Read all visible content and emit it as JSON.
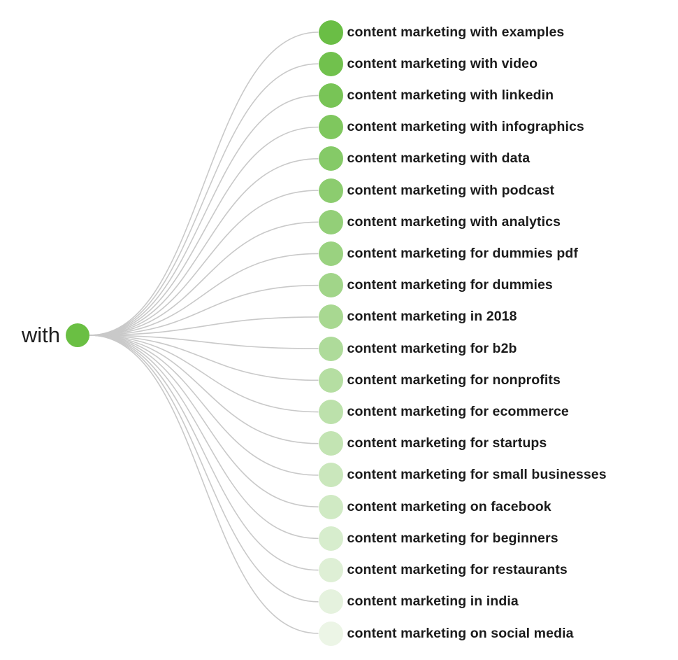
{
  "root": {
    "label": "with",
    "color": "#6abf43"
  },
  "items": [
    {
      "label": "content marketing with examples",
      "color": "#6ABE45"
    },
    {
      "label": "content marketing with video",
      "color": "#71C14D"
    },
    {
      "label": "content marketing with linkedin",
      "color": "#78C456"
    },
    {
      "label": "content marketing with infographics",
      "color": "#7FC75E"
    },
    {
      "label": "content marketing with data",
      "color": "#85CA67"
    },
    {
      "label": "content marketing with podcast",
      "color": "#8CCC6F"
    },
    {
      "label": "content marketing with analytics",
      "color": "#93CF78"
    },
    {
      "label": "content marketing for dummies pdf",
      "color": "#9AD280"
    },
    {
      "label": "content marketing for dummies",
      "color": "#A1D589"
    },
    {
      "label": "content marketing in 2018",
      "color": "#A8D891"
    },
    {
      "label": "content marketing for b2b",
      "color": "#AEDB9A"
    },
    {
      "label": "content marketing for nonprofits",
      "color": "#B5DEA2"
    },
    {
      "label": "content marketing for ecommerce",
      "color": "#BCE1AB"
    },
    {
      "label": "content marketing for startups",
      "color": "#C3E4B3"
    },
    {
      "label": "content marketing for small businesses",
      "color": "#CAE7BC"
    },
    {
      "label": "content marketing on facebook",
      "color": "#D0EAC4"
    },
    {
      "label": "content marketing for beginners",
      "color": "#D7EDCD"
    },
    {
      "label": "content marketing for restaurants",
      "color": "#DEEFD5"
    },
    {
      "label": "content marketing in india",
      "color": "#E5F2DE"
    },
    {
      "label": "content marketing on social media",
      "color": "#ECF5E6"
    }
  ],
  "styles": {
    "background": "#ffffff",
    "connector_color": "#c9c9c9",
    "label_color": "#1b1b1b",
    "root_label_color": "#1f1f1f"
  }
}
